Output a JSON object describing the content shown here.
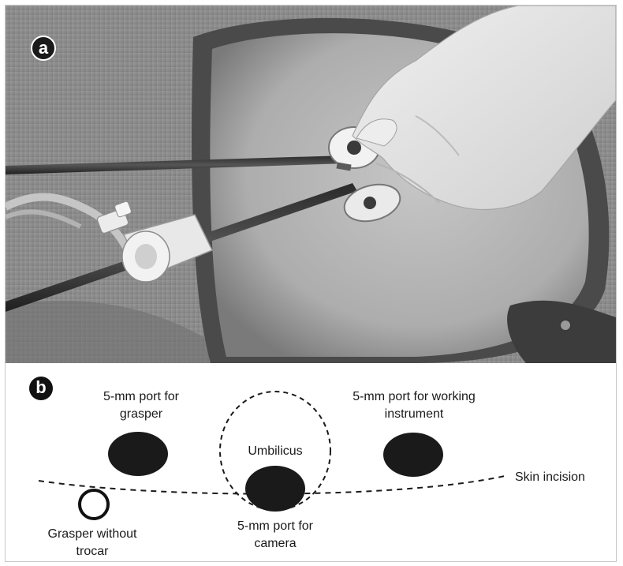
{
  "panels": {
    "a": {
      "letter": "a"
    },
    "b": {
      "letter": "b"
    }
  },
  "diagram": {
    "grasper_port": {
      "line1": "5-mm port for",
      "line2": "grasper"
    },
    "working_port": {
      "line1": "5-mm port for working",
      "line2": "instrument"
    },
    "umbilicus": {
      "label": "Umbilicus"
    },
    "camera_port": {
      "line1": "5-mm port for",
      "line2": "camera"
    },
    "skin_incision": {
      "label": "Skin incision"
    },
    "grasper_no_trocar": {
      "line1": "Grasper without",
      "line2": "trocar"
    }
  },
  "colors": {
    "port_fill": "#1a1a1a",
    "dashed_line": "#1a1a1a",
    "photo_background": "#8a8a8a",
    "skin": "#b8b8b8",
    "glove": "#e6e6e6"
  }
}
